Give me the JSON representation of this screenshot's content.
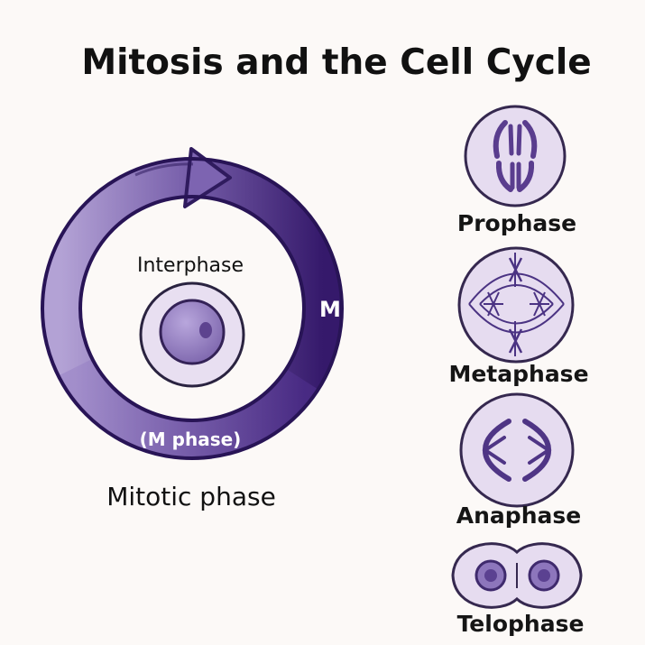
{
  "title": "Mitosis and the Cell Cycle",
  "cycle": {
    "inner_label": "Interphase",
    "ring_label_right": "M",
    "ring_label_bottom": "(M phase)",
    "outer_label": "Mitotic phase"
  },
  "phases": [
    {
      "label": "Prophase",
      "icon": "prophase-cell-icon"
    },
    {
      "label": "Metaphase",
      "icon": "metaphase-cell-icon"
    },
    {
      "label": "Anaphase",
      "icon": "anaphase-cell-icon"
    },
    {
      "label": "Telophase",
      "icon": "telophase-cell-icon"
    }
  ],
  "colors": {
    "background": "#fcf9f7",
    "ring_light": "#a996ce",
    "ring_dark": "#3a1f6f",
    "cell_fill": "#e7dff1",
    "cell_outline": "#4a3a72",
    "chromosome": "#4e3283"
  }
}
